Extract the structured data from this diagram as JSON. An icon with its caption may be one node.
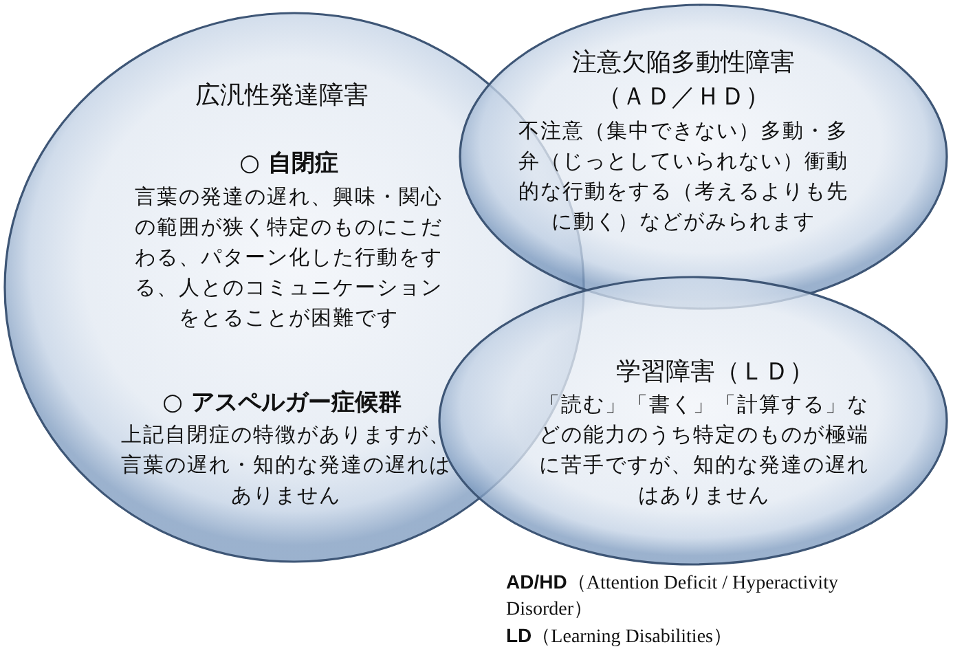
{
  "diagram": {
    "nodes": [
      {
        "text": [
          "広汎性発達障害",
          "○ 自閉症",
          "言葉の発達の遅れ、興味・関心の範囲が狭く特定のものにこだわる、パターン化した行動をする、人とのコミュニケーションをとることが困難です",
          "○ アスペルガー症候群",
          "上記自閉症の特徴がありますが、言葉の遅れ・知的な発達の遅れはありません"
        ]
      },
      {
        "text": [
          "注意欠陥多動性障害（ＡＤ／ＨＤ）",
          "不注意（集中できない）多動・多弁（じっとしていられない）衝動的な行動をする（考えるよりも先に動く）などがみられます"
        ]
      },
      {
        "text": [
          "学習障害（ＬＤ）",
          "「読む」「書く」「計算する」などの能力のうち特定のものが極端に苦手ですが、知的な発達の遅れはありません"
        ]
      }
    ],
    "labels": [
      "**AD/HD**（Attention Deficit / Hyperactivity Disorder）",
      "**LD**（Learning Disabilities）"
    ]
  }
}
